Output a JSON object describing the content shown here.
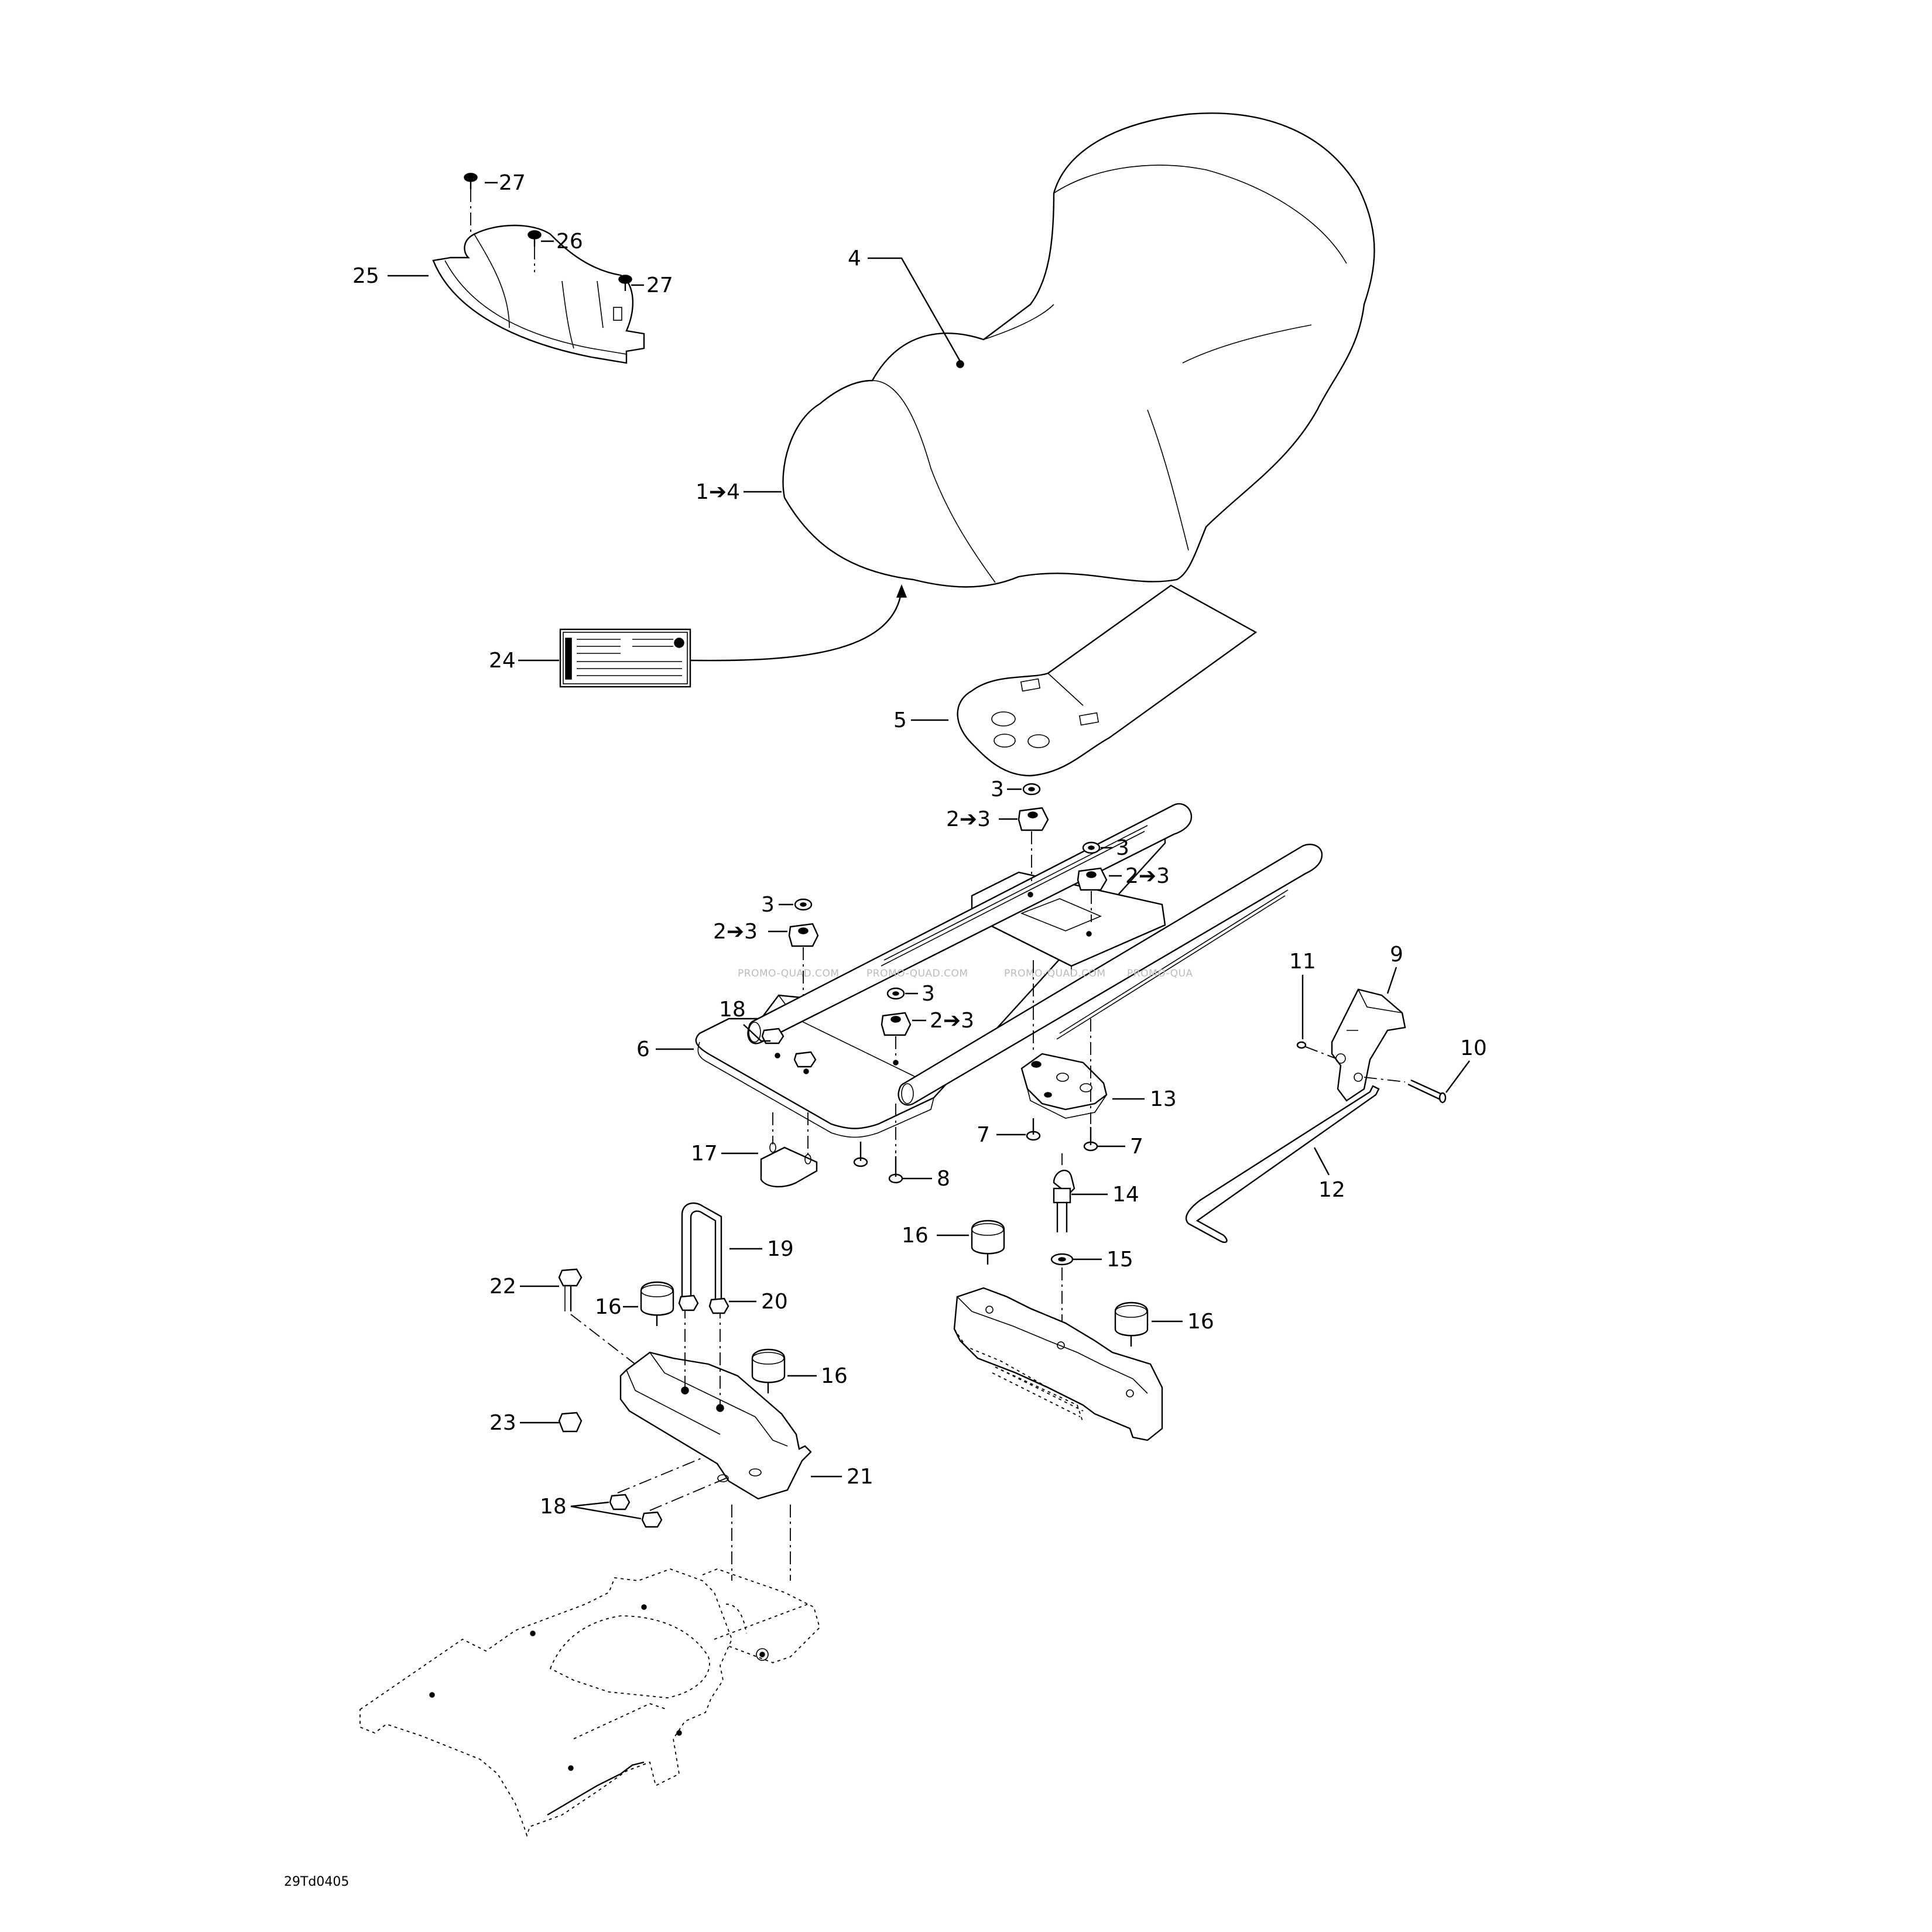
{
  "diagram": {
    "drawing_code": "29Td0405",
    "watermark": [
      "PROMO-QUAD.COM",
      "PROMO-QUAD.COM",
      "PROMO-QUAD.COM",
      "PROMO-QUA"
    ],
    "callouts": {
      "c27a": "27",
      "c26": "26",
      "c27b": "27",
      "c25": "25",
      "c4": "4",
      "c1to4": "1➔4",
      "c24": "24",
      "c5": "5",
      "c3a": "3",
      "c2to3a": "2➔3",
      "c3b": "3",
      "c2to3b": "2➔3",
      "c3c": "3",
      "c2to3c": "2➔3",
      "c3d": "3",
      "c2to3d": "2➔3",
      "c18a": "18",
      "c6": "6",
      "c9": "9",
      "c11": "11",
      "c10": "10",
      "c13": "13",
      "c7a": "7",
      "c7b": "7",
      "c17": "17",
      "c8": "8",
      "c12": "12",
      "c14": "14",
      "c16a": "16",
      "c15": "15",
      "c19": "19",
      "c22": "22",
      "c16b": "16",
      "c20": "20",
      "c16c": "16",
      "c16d": "16",
      "c23": "23",
      "c21": "21",
      "c18b": "18"
    }
  }
}
